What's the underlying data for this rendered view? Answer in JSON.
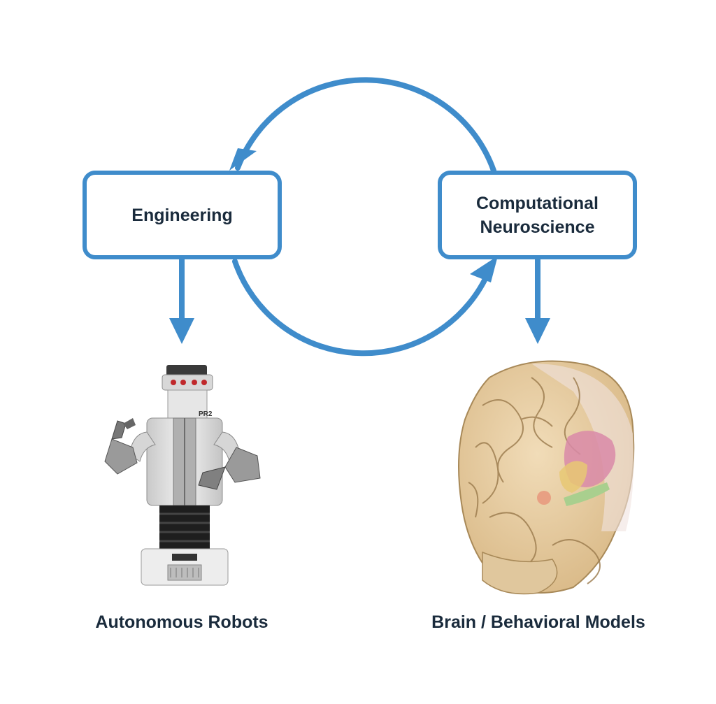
{
  "nodes": {
    "engineering": "Engineering",
    "computational_neuroscience": [
      "Computational",
      "Neuroscience"
    ]
  },
  "outputs": {
    "robots": "Autonomous Robots",
    "brain": "Brain / Behavioral Models"
  },
  "robot_label": "PR2",
  "colors": {
    "accent": "#3f8ccb",
    "text": "#1a2b3c",
    "brain_base": "#e8cfa4",
    "brain_highlight_pink": "#d98aa8",
    "brain_highlight_green": "#a9cf8e",
    "brain_highlight_yellow": "#e7c873"
  }
}
